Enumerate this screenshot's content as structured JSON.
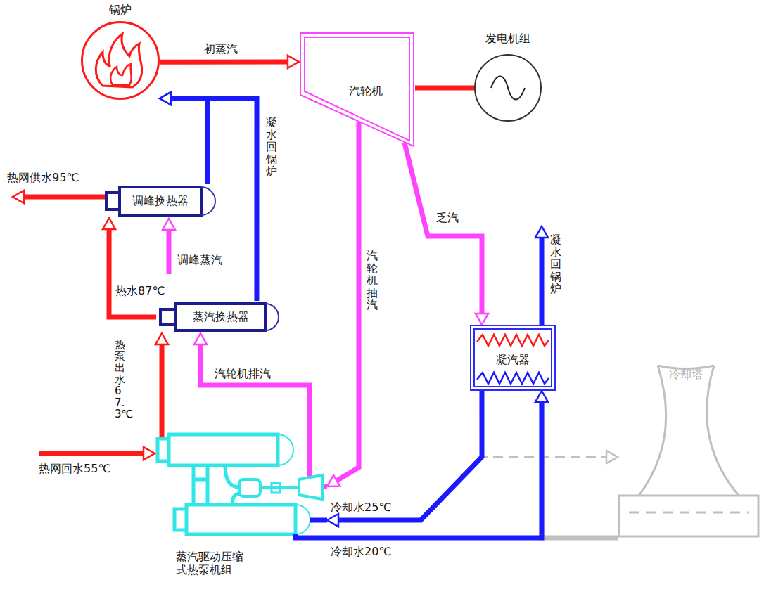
{
  "diagram": {
    "nodes": [
      {
        "text": [
          "锅炉"
        ]
      },
      {
        "text": [
          "汽轮机"
        ]
      },
      {
        "text": [
          "发电机组"
        ]
      },
      {
        "text": [
          "调峰换热器"
        ]
      },
      {
        "text": [
          "蒸汽换热器"
        ]
      },
      {
        "text": [
          "凝汽器"
        ]
      },
      {
        "text": [
          "蒸汽驱动压缩式热泵机组"
        ]
      },
      {
        "text": [
          "冷却塔"
        ]
      }
    ],
    "edges": [
      {
        "from": 0,
        "to": 1,
        "label": "初蒸汽",
        "arrow": "to"
      },
      {
        "from": 1,
        "to": 2,
        "arrow": "none"
      },
      {
        "from": 1,
        "to": 5,
        "label": "乏汽",
        "arrow": "to"
      },
      {
        "from": 1,
        "to": 6,
        "label": "汽轮机抽汽",
        "arrow": "to"
      },
      {
        "from": 6,
        "to": 4,
        "label": "汽轮机排汽",
        "arrow": "to"
      },
      {
        "from": 6,
        "to": 4,
        "label": "热泵出水67.3℃",
        "arrow": "to"
      },
      {
        "from": 4,
        "to": 3,
        "label": "热水87℃",
        "arrow": "to"
      },
      {
        "from": 3,
        "to": 0,
        "arrow": "to"
      },
      {
        "from": 4,
        "to": 0,
        "label": "凝水回锅炉",
        "arrow": "to"
      },
      {
        "from": 5,
        "to": 7,
        "arrow": "to"
      },
      {
        "from": 7,
        "to": 5,
        "arrow": "to"
      },
      {
        "from": 5,
        "to": 6,
        "label": "冷却水25℃",
        "arrow": "to"
      },
      {
        "from": 6,
        "to": 5,
        "label": "冷却水20℃",
        "arrow": "to"
      }
    ],
    "labels": [
      "热网供水95℃",
      "调峰蒸汽",
      "凝水回锅炉",
      "热网回水55℃"
    ]
  }
}
